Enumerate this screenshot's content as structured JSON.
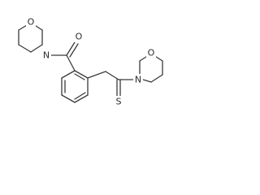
{
  "atoms": {
    "morpholine_left_o": "O",
    "morpholine_left_n": "N",
    "carbonyl_o": "O",
    "morpholine_right_o": "O",
    "morpholine_right_n": "N",
    "thione_s": "S"
  },
  "colors": {
    "bond": "#3a3a3a",
    "atom_label": "#2b2b2b",
    "background": "#ffffff"
  }
}
